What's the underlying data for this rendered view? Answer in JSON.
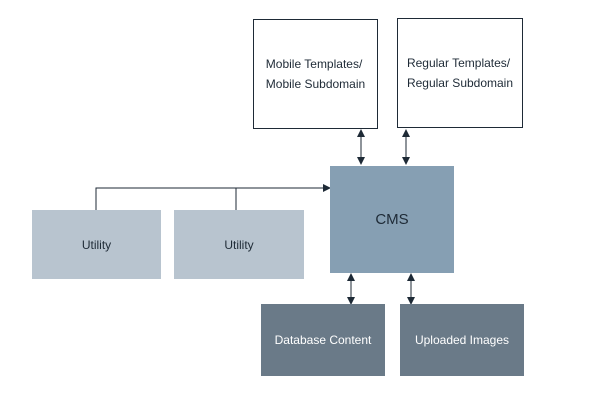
{
  "nodes": {
    "mobile_templates": {
      "line1": "Mobile Templates/",
      "line2": "Mobile Subdomain"
    },
    "regular_templates": {
      "line1": "Regular Templates/",
      "line2": "Regular Subdomain"
    },
    "cms": {
      "label": "CMS"
    },
    "utility_left": {
      "label": "Utility"
    },
    "utility_right": {
      "label": "Utility"
    },
    "database_content": {
      "label": "Database Content"
    },
    "uploaded_images": {
      "label": "Uploaded Images"
    }
  },
  "colors": {
    "line": "#1e2a36",
    "utility_fill": "#b8c4cf",
    "cms_fill": "#869fb3",
    "storage_fill": "#6a7a88"
  }
}
